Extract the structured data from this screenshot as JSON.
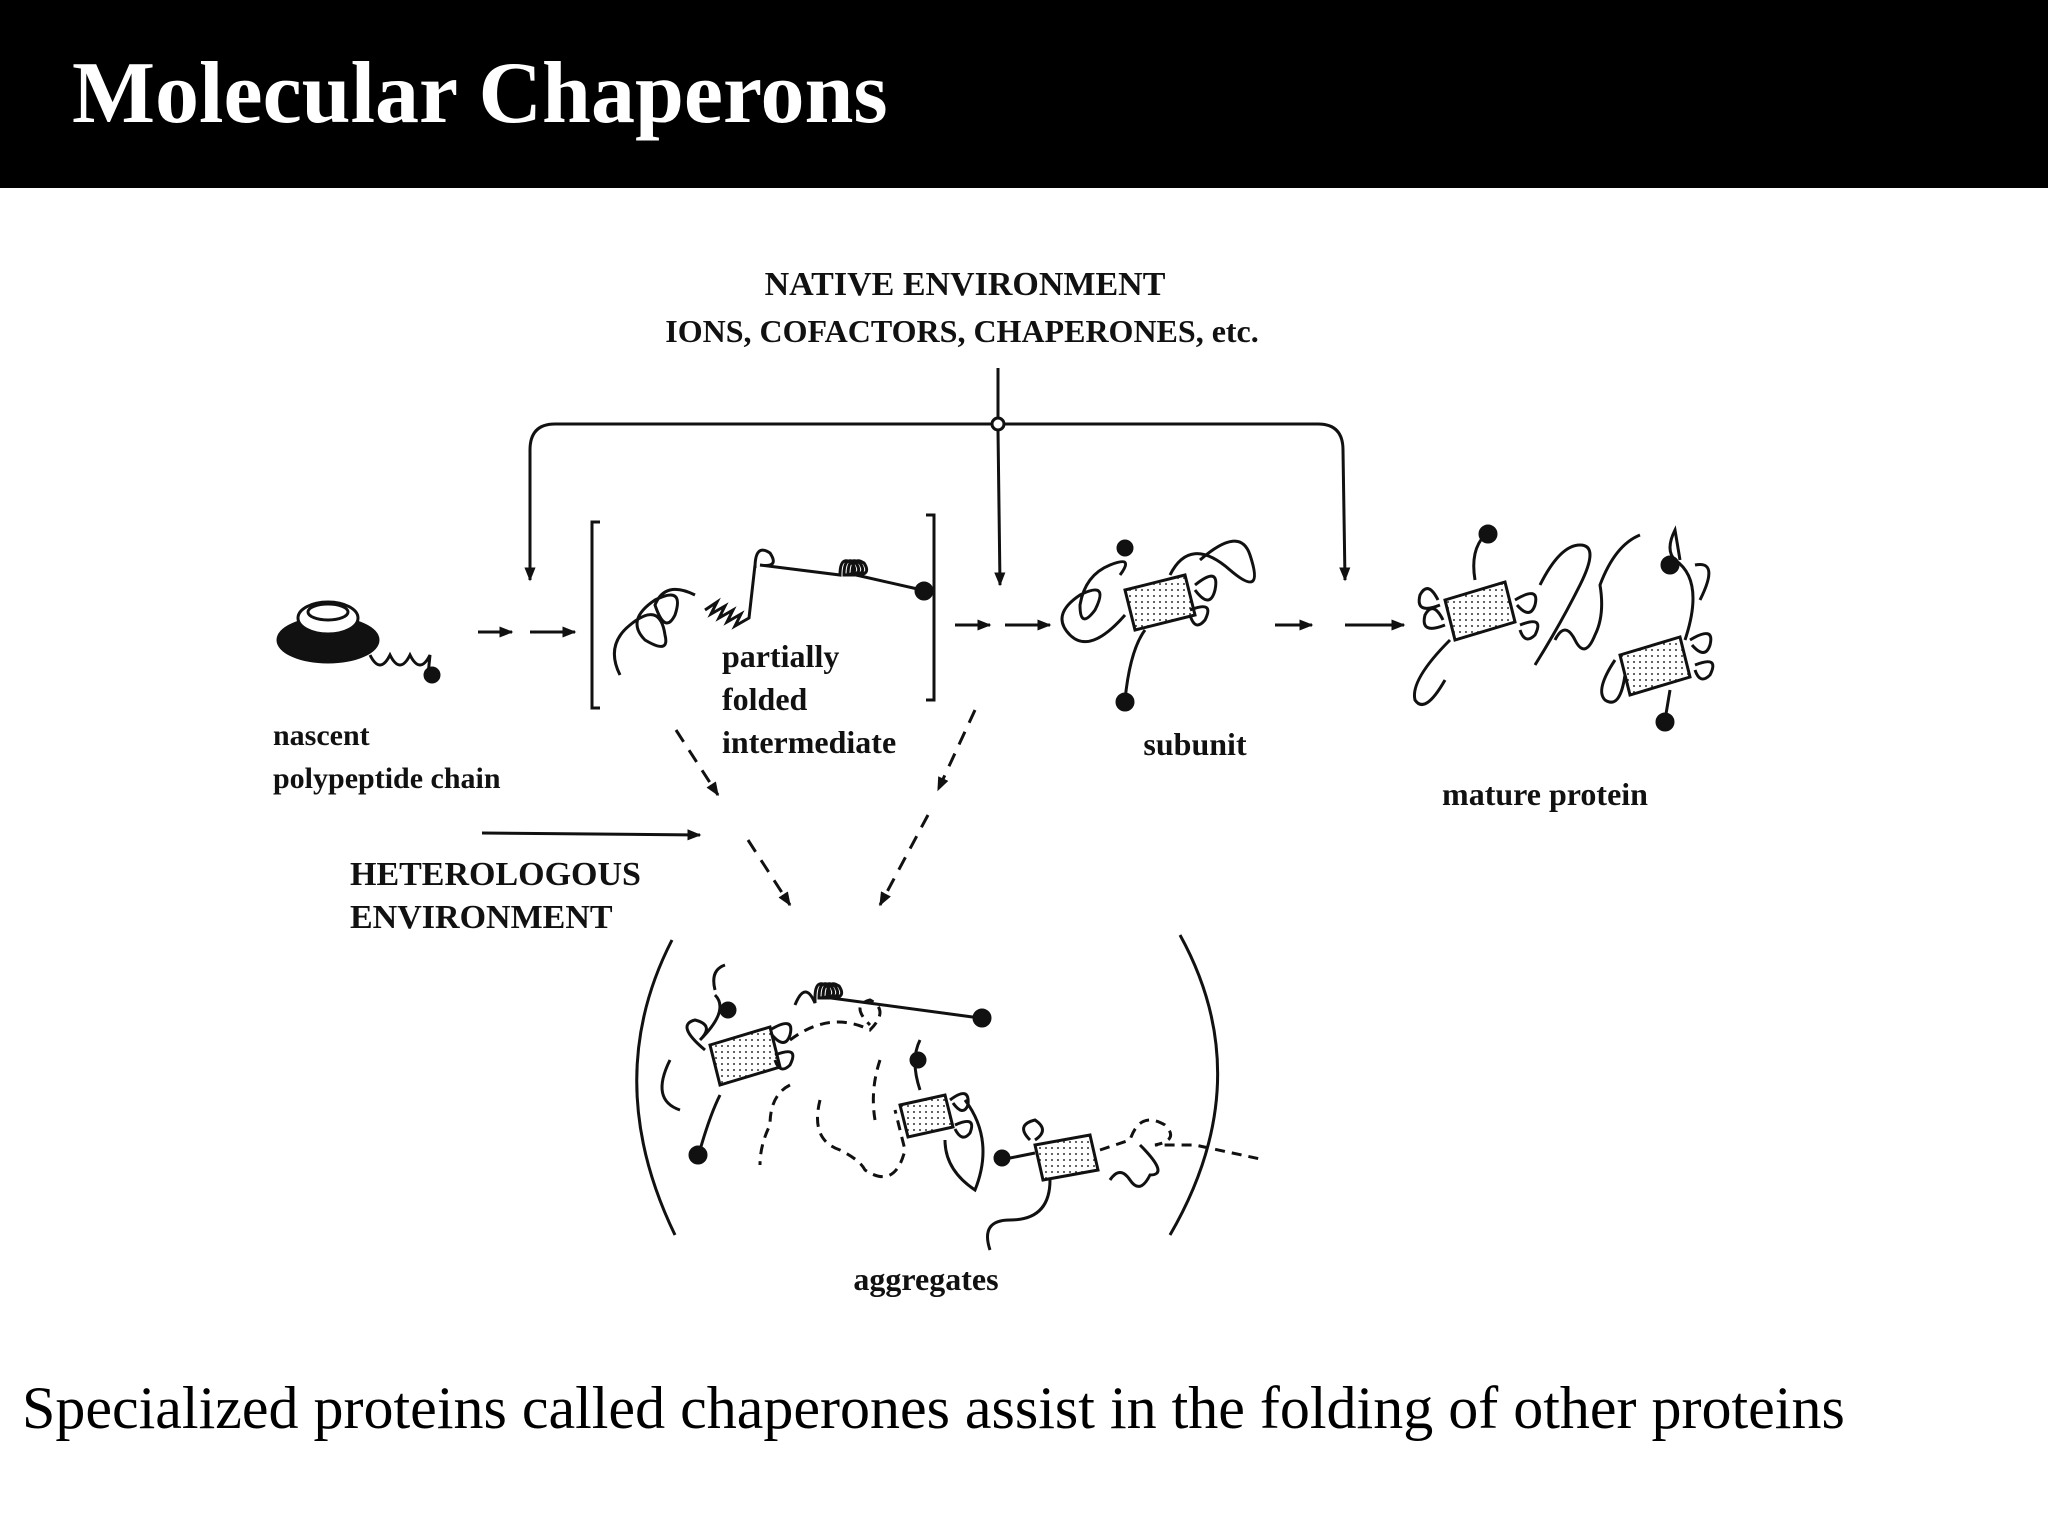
{
  "slide": {
    "title": "Molecular Chaperons",
    "caption": "Specialized proteins called chaperones assist in the folding of other proteins"
  },
  "diagram": {
    "native_environment": {
      "line1": "NATIVE ENVIRONMENT",
      "line2": "IONS, COFACTORS, CHAPERONES, etc."
    },
    "nascent": {
      "line1": "nascent",
      "line2": "polypeptide chain"
    },
    "intermediate": {
      "line1": "partially",
      "line2": "folded",
      "line3": "intermediate"
    },
    "subunit": "subunit",
    "mature": "mature protein",
    "heterologous": {
      "line1": "HETEROLOGOUS",
      "line2": "ENVIRONMENT"
    },
    "aggregates": "aggregates"
  }
}
